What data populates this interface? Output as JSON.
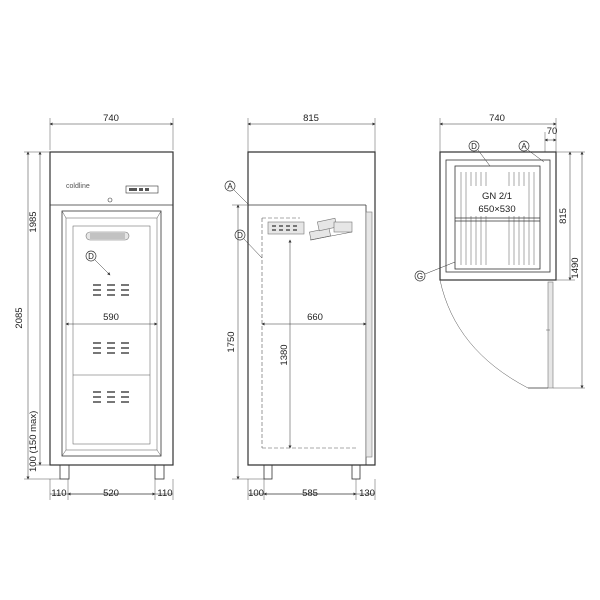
{
  "front_view": {
    "width": "740",
    "height_total": "2085",
    "height_body": "1985",
    "foot_height": "100 (150 max)",
    "door_inner_width": "590",
    "left_margin": "110",
    "door_width": "520",
    "right_margin": "110",
    "brand": "coldline",
    "label_d": "D"
  },
  "side_view": {
    "depth": "815",
    "height_opening": "1750",
    "height_inner": "1380",
    "inner_depth": "660",
    "back_offset": "100",
    "base_depth": "585",
    "door_offset": "130",
    "label_a": "A",
    "label_d": "D"
  },
  "top_view": {
    "width": "740",
    "door_gap": "70",
    "depth": "815",
    "depth_door_open": "1490",
    "gn_title": "GN 2/1",
    "gn_size": "650×530",
    "label_d": "D",
    "label_a": "A",
    "label_g": "G"
  },
  "colors": {
    "line": "#333333",
    "background": "#ffffff",
    "panel_fill": "#e6e6e6"
  }
}
